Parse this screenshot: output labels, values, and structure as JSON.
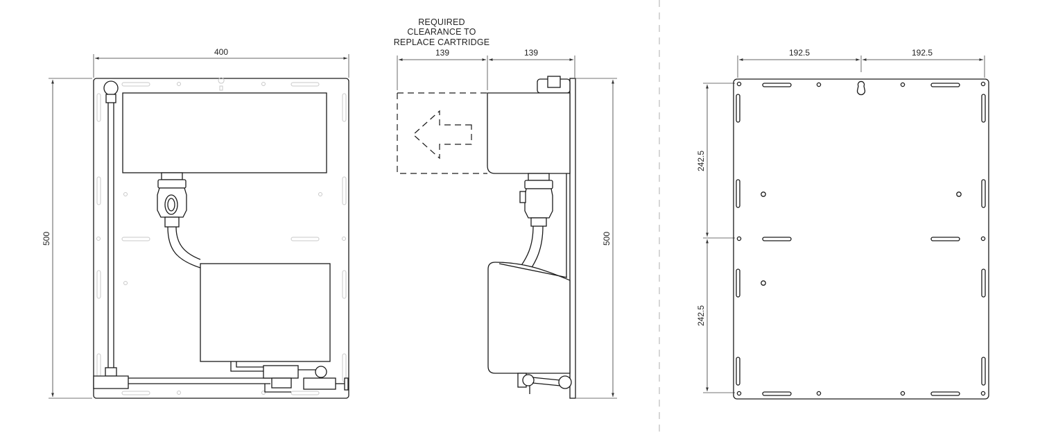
{
  "front_view": {
    "width_label": "400",
    "height_label": "500"
  },
  "side_view": {
    "clearance_note_line1": "REQUIRED",
    "clearance_note_line2": "CLEARANCE TO",
    "clearance_note_line3": "REPLACE CARTRIDGE",
    "clearance_depth_label": "139",
    "unit_depth_label": "139",
    "height_label": "500"
  },
  "mounting_view": {
    "left_half_width_label": "192.5",
    "right_half_width_label": "192.5",
    "upper_half_height_label": "242.5",
    "lower_half_height_label": "242.5"
  },
  "colors": {
    "line": "#1a1a1a",
    "faint": "#c8c8c8",
    "divider": "#bbbbbb"
  }
}
